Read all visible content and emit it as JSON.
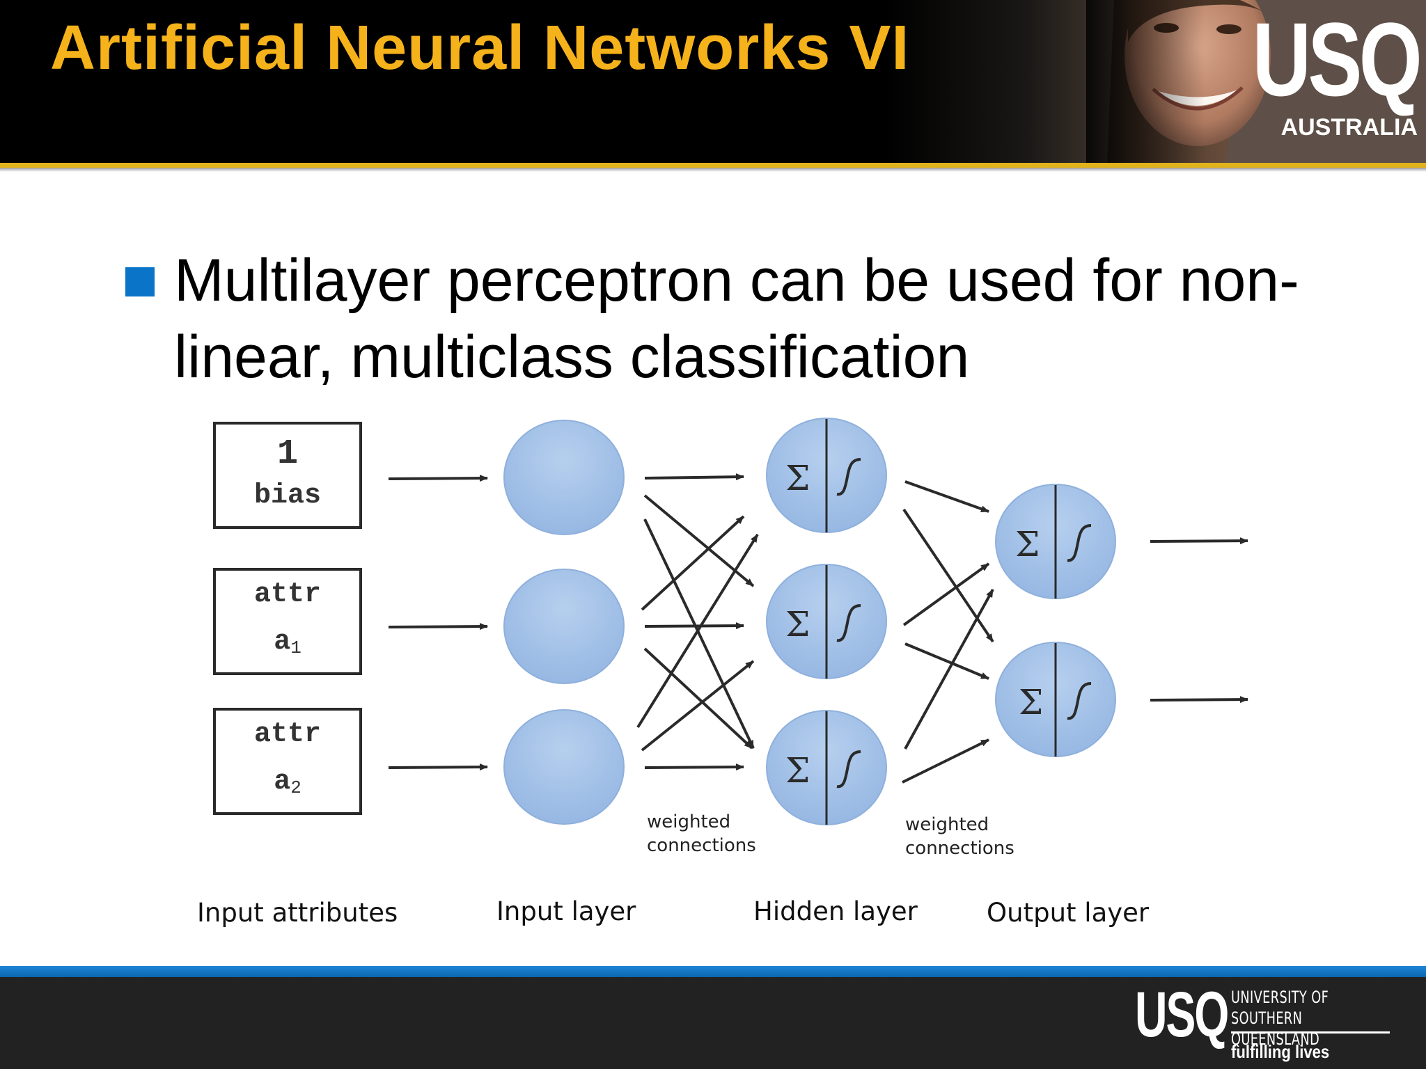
{
  "slide": {
    "title": "Artificial Neural Networks VI",
    "bullet": "Multilayer perceptron can be used for non-linear, multiclass classification"
  },
  "header_logo": {
    "mark": "USQ",
    "sub": "AUSTRALIA"
  },
  "diagram": {
    "inputs": [
      {
        "line1": "1",
        "line2": "bias",
        "sub": ""
      },
      {
        "line1": "attr",
        "line2": "a",
        "sub": "1"
      },
      {
        "line1": "attr",
        "line2": "a",
        "sub": "2"
      }
    ],
    "neuron_symbols": {
      "sum": "Σ",
      "activation": "∫"
    },
    "weighted_label_1": [
      "weighted",
      "connections"
    ],
    "weighted_label_2": [
      "weighted",
      "connections"
    ],
    "layer_captions": [
      "Input attributes",
      "Input layer",
      "Hidden layer",
      "Output layer"
    ],
    "counts": {
      "inputs": 3,
      "input_layer": 3,
      "hidden_layer": 3,
      "output_layer": 2
    }
  },
  "footer": {
    "mark": "USQ",
    "uni_line1": "UNIVERSITY OF",
    "uni_line2": "SOUTHERN QUEENSLAND",
    "tagline": "fulfilling lives"
  },
  "colors": {
    "title": "#f5b21a",
    "gold_rule": "#e0b21c",
    "bullet": "#0a74c9",
    "neuron_fill": "#a5c3e8",
    "neuron_stroke": "#8fb0dc",
    "footer_blue": "#1f86d6",
    "footer_dark": "#222222"
  }
}
